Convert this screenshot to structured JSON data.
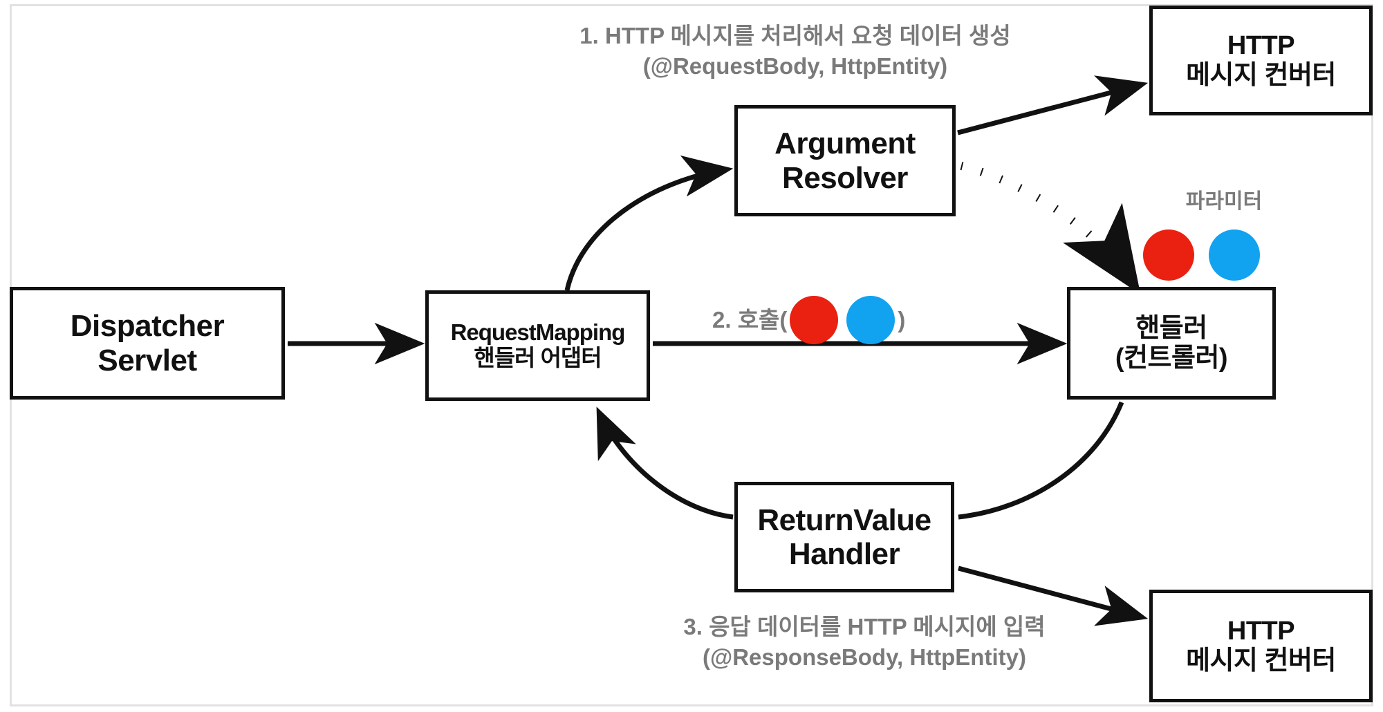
{
  "diagram": {
    "title": "Spring MVC request/response flow",
    "colors": {
      "box_border": "#111111",
      "annotation_text": "#7a7a7a",
      "param_red": "#ea2011",
      "param_blue": "#11a2f0",
      "frame": "#e2e2e2"
    },
    "nodes": {
      "dispatcher_servlet": {
        "line1": "Dispatcher",
        "line2": "Servlet"
      },
      "handler_adapter": {
        "line1": "RequestMapping",
        "line2": "핸들러 어댑터"
      },
      "argument_resolver": {
        "line1": "Argument",
        "line2": "Resolver"
      },
      "return_value_handler": {
        "line1": "ReturnValue",
        "line2": "Handler"
      },
      "handler_controller": {
        "line1": "핸들러",
        "line2": "(컨트롤러)"
      },
      "http_message_converter_top": {
        "line1": "HTTP",
        "line2": "메시지 컨버터"
      },
      "http_message_converter_bottom": {
        "line1": "HTTP",
        "line2": "메시지 컨버터"
      }
    },
    "annotations": {
      "step1": {
        "line1": "1. HTTP 메시지를 처리해서 요청 데이터 생성",
        "line2": "(@RequestBody, HttpEntity)"
      },
      "step2": {
        "prefix": "2. 호출(",
        "suffix": ")"
      },
      "step3": {
        "line1": "3. 응답 데이터를 HTTP 메시지에 입력",
        "line2": "(@ResponseBody, HttpEntity)"
      },
      "parameter_label": "파라미터"
    }
  }
}
